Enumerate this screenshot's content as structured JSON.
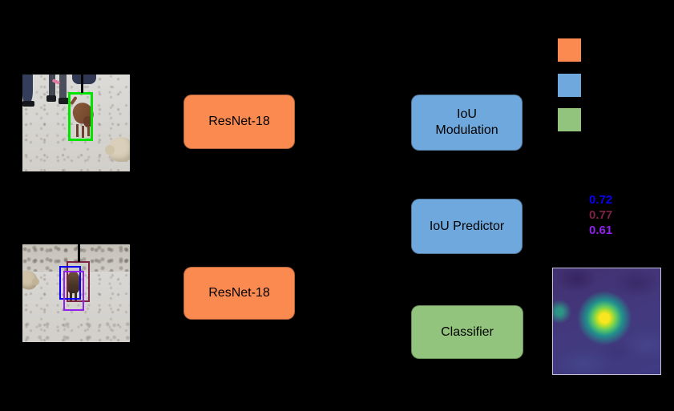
{
  "canvas": {
    "background": "#000000"
  },
  "blocks": {
    "resnet_top": {
      "label": "ResNet-18",
      "fill": "#FA8A50"
    },
    "resnet_bottom": {
      "label": "ResNet-18",
      "fill": "#FA8A50"
    },
    "iou_modulation": {
      "label": "IoU\nModulation",
      "fill": "#6FA8DC"
    },
    "iou_predictor": {
      "label": "IoU Predictor",
      "fill": "#6FA8DC"
    },
    "classifier": {
      "label": "Classifier",
      "fill": "#93C47D"
    }
  },
  "legend": {
    "swatches": [
      {
        "name": "backbone-color",
        "fill": "#FA8A50"
      },
      {
        "name": "iou-network-color",
        "fill": "#6FA8DC"
      },
      {
        "name": "classifier-color",
        "fill": "#93C47D"
      }
    ]
  },
  "iou_scores": [
    {
      "value": "0.72",
      "color": "#0B00F5"
    },
    {
      "value": "0.77",
      "color": "#7E2346"
    },
    {
      "value": "0.61",
      "color": "#9320F0"
    }
  ],
  "reference_frame": {
    "target_box_color": "#00E400",
    "connector_color": "#000000"
  },
  "test_frame": {
    "candidate_boxes": [
      {
        "name": "candidate-box-maroon",
        "color": "#7E2346"
      },
      {
        "name": "candidate-box-blue",
        "color": "#0B00F5"
      },
      {
        "name": "candidate-box-purple",
        "color": "#9320F0"
      }
    ]
  },
  "heatmap": {
    "type": "confidence-map",
    "colormap": "viridis"
  }
}
